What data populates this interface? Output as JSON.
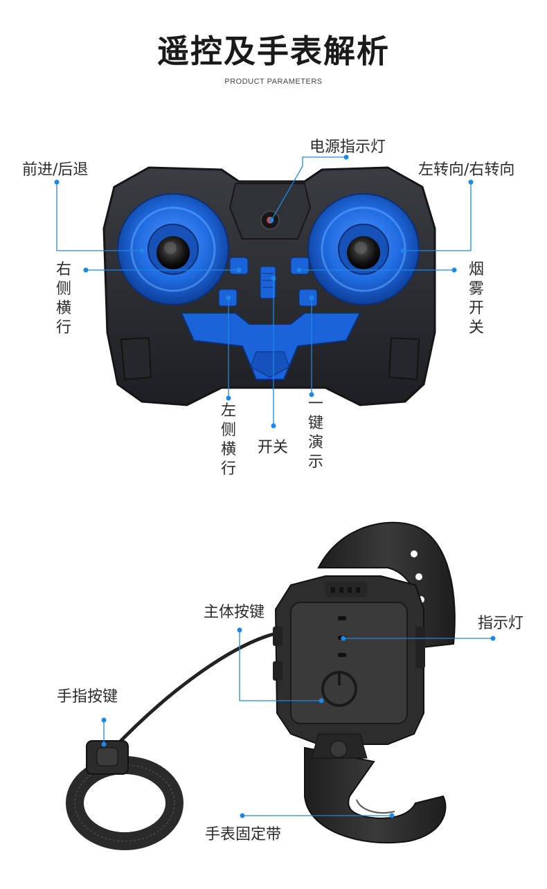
{
  "header": {
    "title": "遥控及手表解析",
    "subtitle": "PRODUCT PARAMETERS"
  },
  "remote": {
    "labels": {
      "power_indicator": "电源指示灯",
      "forward_back": "前进/后退",
      "turn_left_right": "左转向/右转向",
      "right_strafe": "右侧横行",
      "smoke_switch": "烟雾开关",
      "left_strafe": "左侧横行",
      "power_switch": "开关",
      "one_key_demo": "一键演示"
    }
  },
  "watch": {
    "labels": {
      "main_button": "主体按键",
      "indicator": "指示灯",
      "finger_button": "手指按键",
      "strap": "手表固定带"
    }
  },
  "colors": {
    "callout_line": "#1e88e5",
    "callout_dot": "#1e88e5",
    "remote_body": "#2a2d31",
    "remote_blue": "#1a63d8",
    "watch_body": "#2b2b2b"
  }
}
